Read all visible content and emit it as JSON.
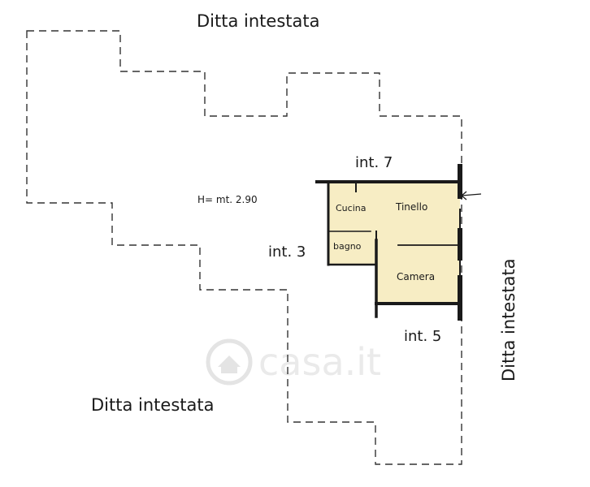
{
  "neighbors": {
    "top": "Ditta intestata",
    "bottom_left": "Ditta intestata",
    "right": "Ditta intestata"
  },
  "units": {
    "int7": "int. 7",
    "int3": "int. 3",
    "int5": "int. 5"
  },
  "height_note": "H= mt. 2.90",
  "rooms": {
    "cucina": "Cucina",
    "tinello": "Tinello",
    "bagno": "bagno",
    "camera": "Camera"
  },
  "watermark": "casa.it",
  "colors": {
    "apartment_fill": "#f7edc4",
    "wall": "#1a1a1a",
    "outline": "#333333"
  }
}
